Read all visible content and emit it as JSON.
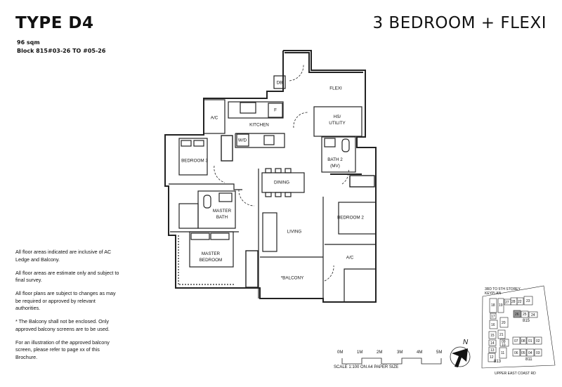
{
  "header": {
    "type_label": "TYPE D4",
    "unit_type": "3 BEDROOM + FLEXI",
    "area": "96 sqm",
    "block": "Block 815",
    "units": "#03-26 TO #05-26"
  },
  "rooms": {
    "db": "DB",
    "flexi": "FLEXI",
    "ac_top": "A/C",
    "kitchen": "KITCHEN",
    "fridge": "F",
    "hs_utility": "HS/\nUTILITY",
    "wd": "W/D",
    "bedroom3": "BEDROOM 3",
    "bath2": "BATH 2\n(MV)",
    "dining": "DINING",
    "master_bath": "MASTER\nBATH",
    "living": "LIVING",
    "bedroom2": "BEDROOM 2",
    "master_bedroom": "MASTER\nBEDROOM",
    "balcony": "*BALCONY",
    "ac_bottom": "A/C"
  },
  "notes": [
    "All floor areas indicated are inclusive of AC Ledge and Balcony.",
    "All floor areas are estimate only and subject to final survey.",
    "All floor plans are subject to changes as may be required or approved by relevant authorities.",
    "* The Balcony shall not be enclosed. Only approved balcony screens are to be used.",
    "For an illustration of the approved balcony screen, please refer to page xx of this Brochure."
  ],
  "scale": {
    "ticks": [
      "0M",
      "1M",
      "2M",
      "3M",
      "4M",
      "5M"
    ],
    "caption": "SCALE  1:100 ON A4 PAPER SIZE"
  },
  "north": {
    "label": "N",
    "icon": "north-arrow-icon"
  },
  "keyplan": {
    "title": "3RD TO 5TH STOREY\nKEYPLAN",
    "road": "UPPER EAST COAST RD",
    "highlight_color": "#888888",
    "highlighted_unit": "26",
    "blocks": [
      {
        "name": "815",
        "units": [
          "18",
          "19",
          "27",
          "28",
          "22",
          "23",
          "17",
          "26",
          "25",
          "24",
          "16",
          "20"
        ]
      },
      {
        "name": "813",
        "units": [
          "15",
          "21",
          "14",
          "09",
          "10",
          "13",
          "12",
          "11"
        ]
      },
      {
        "name": "811",
        "units": [
          "07",
          "08",
          "01",
          "02",
          "06",
          "05",
          "04",
          "03"
        ]
      }
    ]
  }
}
